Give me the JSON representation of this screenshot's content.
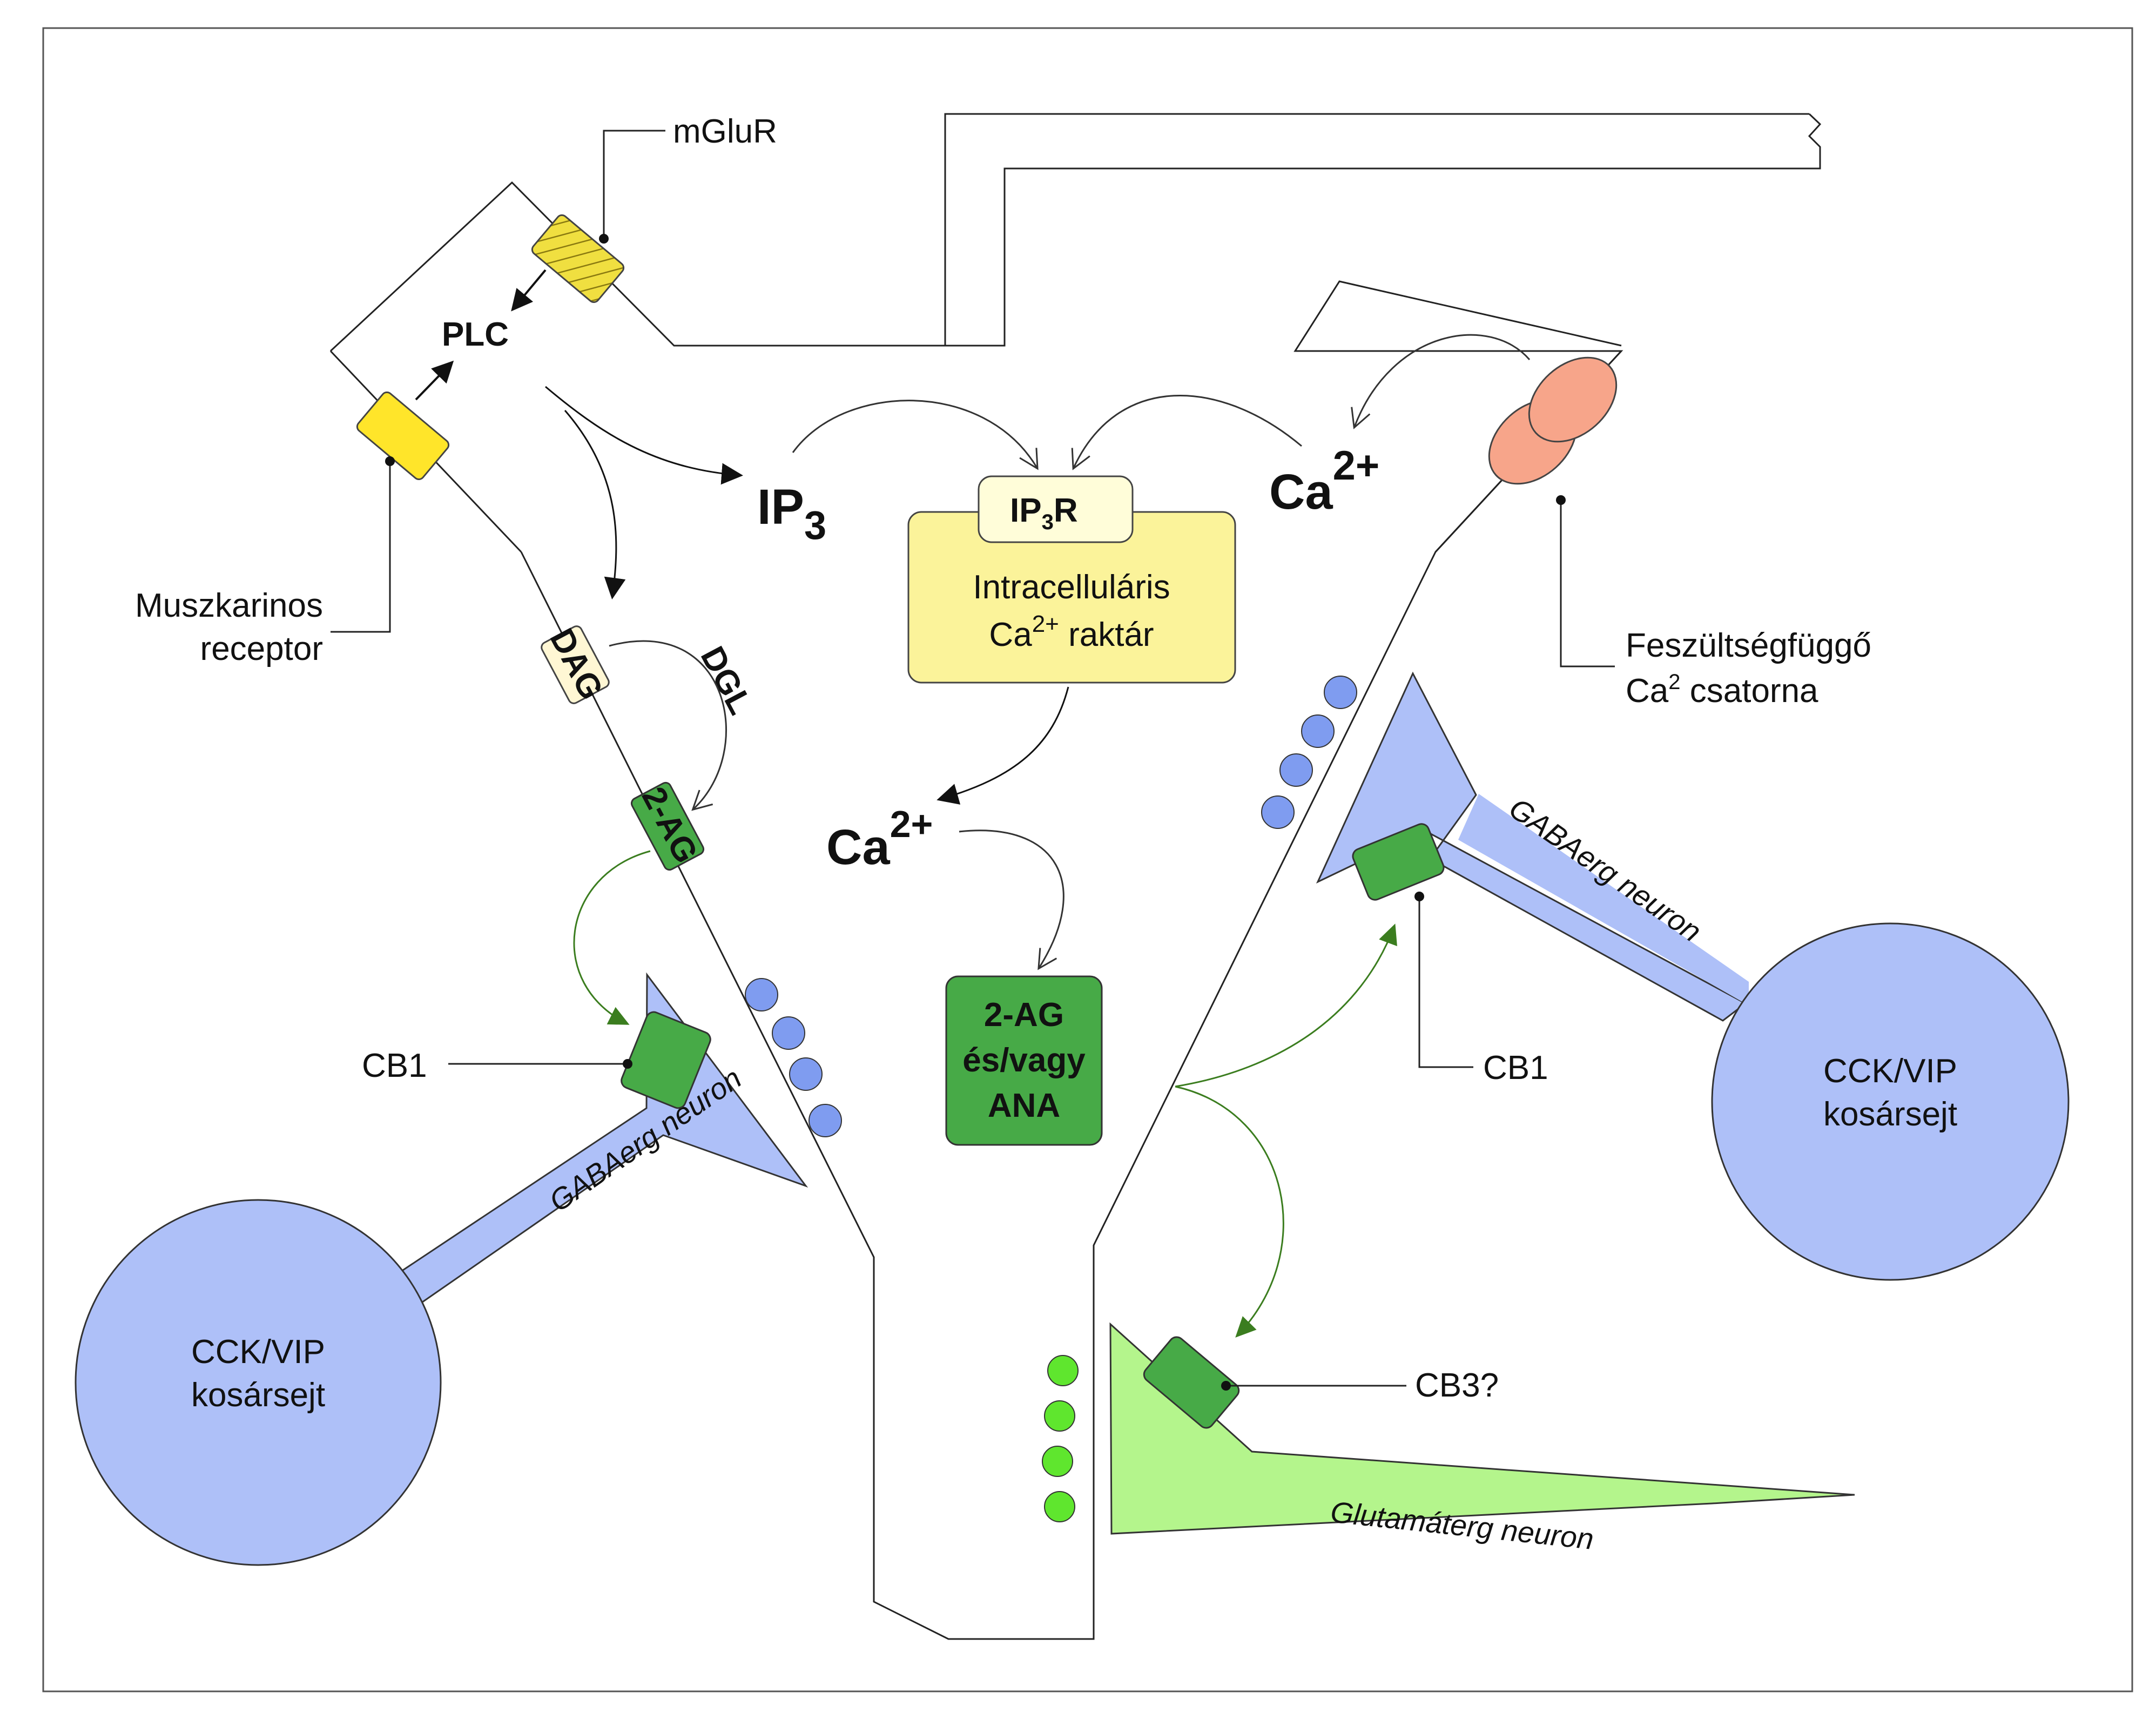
{
  "labels": {
    "mglur": "mGluR",
    "plc": "PLC",
    "muscarinic_line1": "Muszkarinos",
    "muscarinic_line2": "receptor",
    "ip3": "IP",
    "ip3_sub": "3",
    "ca_top": "Ca",
    "ca_sup": "2+",
    "ip3r": "IP",
    "ip3r_sub": "3",
    "ip3r_tail": "R",
    "store_line1": "Intracelluláris",
    "store_line2_a": "Ca",
    "store_line2_sup": "2+",
    "store_line2_b": " raktár",
    "ca_mid": "Ca",
    "ca_mid_sup": "2+",
    "dag": "DAG",
    "dgl": "DGL",
    "twoag_small": "2-AG",
    "product_line1": "2-AG",
    "product_line2": "és/vagy",
    "product_line3": "ANA",
    "vgcc_line1": "Feszültségfüggő",
    "vgcc_line2_a": "Ca",
    "vgcc_line2_sup": "2",
    "vgcc_line2_b": " csatorna",
    "cb1_left": "CB1",
    "cb1_right": "CB1",
    "cb3": "CB3?",
    "gaba_left": "GABAerg neuron",
    "gaba_right": "GABAerg neuron",
    "cell_left_line1": "CCK/VIP",
    "cell_left_line2": "kosársejt",
    "cell_right_line1": "CCK/VIP",
    "cell_right_line2": "kosársejt",
    "glut": "Glutamáterg neuron"
  },
  "colors": {
    "gaba_fill": "#aec0f8",
    "vesicle_blue": "#7f9cf0",
    "glut_fill": "#b4f58c",
    "vesicle_green": "#5fe62e",
    "receptor_green": "#47aa47",
    "mglur_yellow": "#f0df40",
    "muscarinic_yellow": "#ffe52a",
    "store_fill": "#fbf39a",
    "vgcc_fill": "#f7a58a",
    "arrow_green": "#3b7d1f"
  }
}
